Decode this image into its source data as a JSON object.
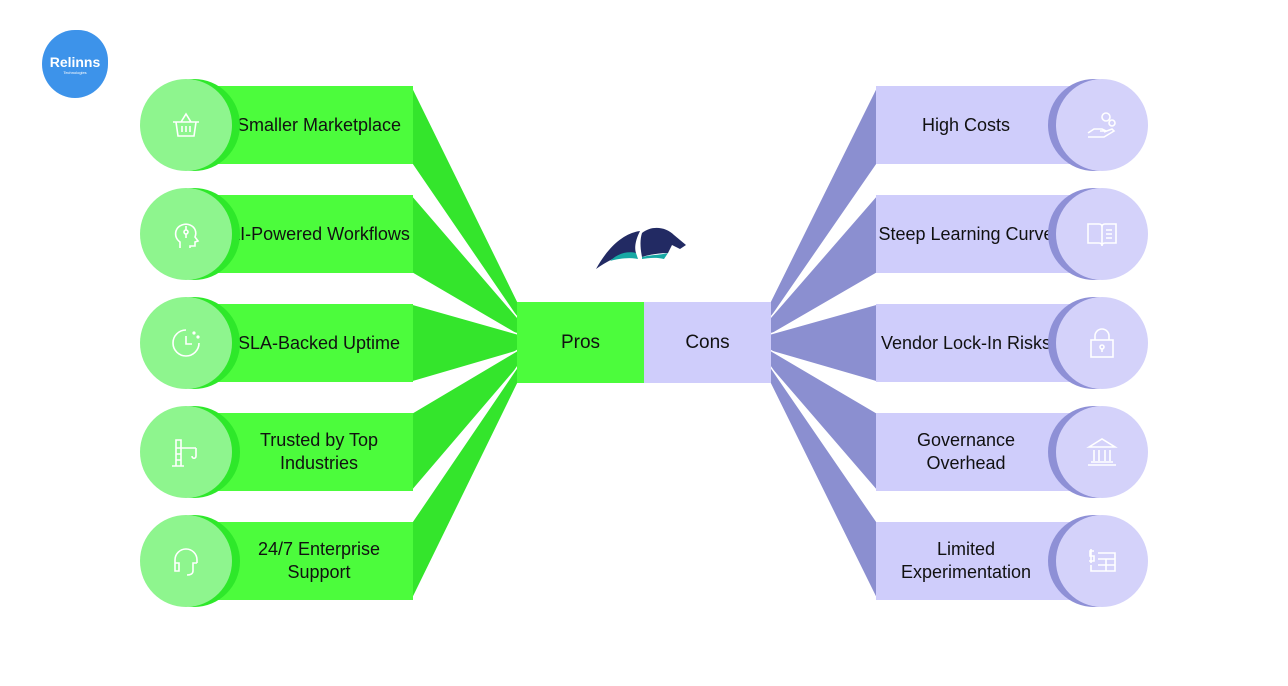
{
  "logo": {
    "text": "Relinns",
    "subtext": "Technologies"
  },
  "center": {
    "pros_label": "Pros",
    "cons_label": "Cons"
  },
  "pros": [
    {
      "label": "Smaller Marketplace",
      "icon": "basket-icon"
    },
    {
      "label": "AI-Powered Workflows",
      "icon": "ai-head-icon"
    },
    {
      "label": "SLA-Backed Uptime",
      "icon": "clock-icon"
    },
    {
      "label": "Trusted by Top Industries",
      "icon": "crane-icon"
    },
    {
      "label": "24/7 Enterprise Support",
      "icon": "headset-icon"
    }
  ],
  "cons": [
    {
      "label": "High Costs",
      "icon": "coins-hand-icon"
    },
    {
      "label": "Steep Learning Curve",
      "icon": "book-icon"
    },
    {
      "label": "Vendor Lock-In Risks",
      "icon": "lock-icon"
    },
    {
      "label": "Governance Overhead",
      "icon": "bank-icon"
    },
    {
      "label": "Limited Experimentation",
      "icon": "budget-sheet-icon"
    }
  ],
  "colors": {
    "pros": "#4cfc3c",
    "pros_dark": "#2ee82a",
    "pros_circle": "#8ef58e",
    "cons": "#cfcdfb",
    "cons_dark": "#8b8fd0",
    "cons_circle": "#d4d2fa",
    "brand_navy": "#222a63",
    "brand_teal": "#17a8a4"
  }
}
